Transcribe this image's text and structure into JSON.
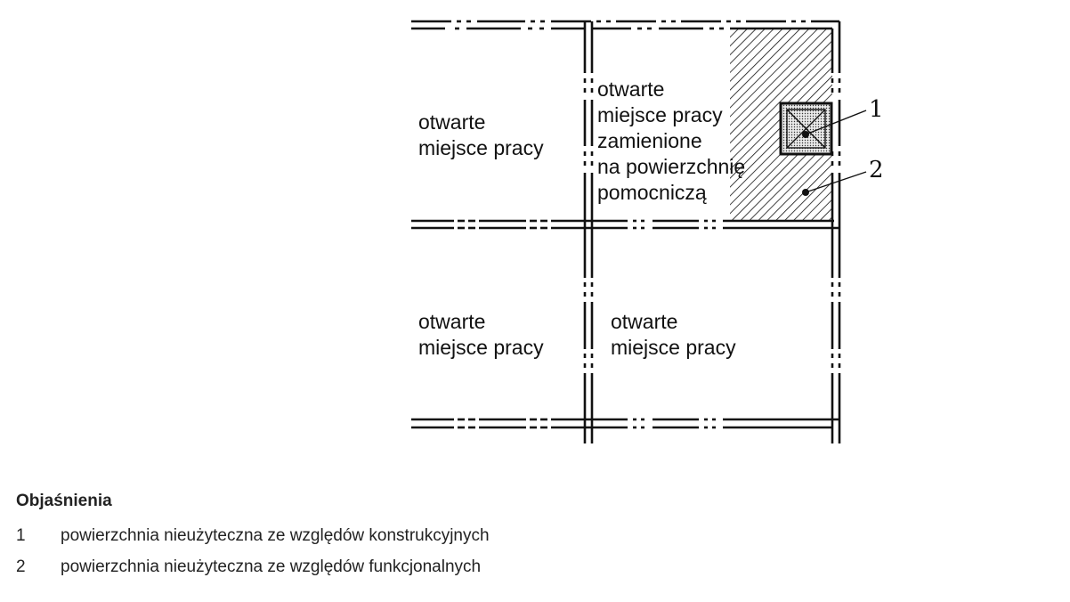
{
  "diagram": {
    "rooms": [
      {
        "id": "top-left",
        "label": "otwarte\nmiejsce pracy"
      },
      {
        "id": "top-right",
        "label": "otwarte\nmiejsce pracy\nzamienione\nna powierzchnię\npomocniczą"
      },
      {
        "id": "bottom-left",
        "label": "otwarte\nmiejsce pracy"
      },
      {
        "id": "bottom-right",
        "label": "otwarte\nmiejsce pracy"
      }
    ],
    "callouts": [
      {
        "number": "1"
      },
      {
        "number": "2"
      }
    ],
    "colors": {
      "line": "#111111",
      "background": "#ffffff"
    }
  },
  "legend": {
    "title": "Objaśnienia",
    "items": [
      {
        "number": "1",
        "text": "powierzchnia nieużyteczna ze względów konstrukcyjnych"
      },
      {
        "number": "2",
        "text": "powierzchnia nieużyteczna ze względów funkcjonalnych"
      }
    ]
  }
}
